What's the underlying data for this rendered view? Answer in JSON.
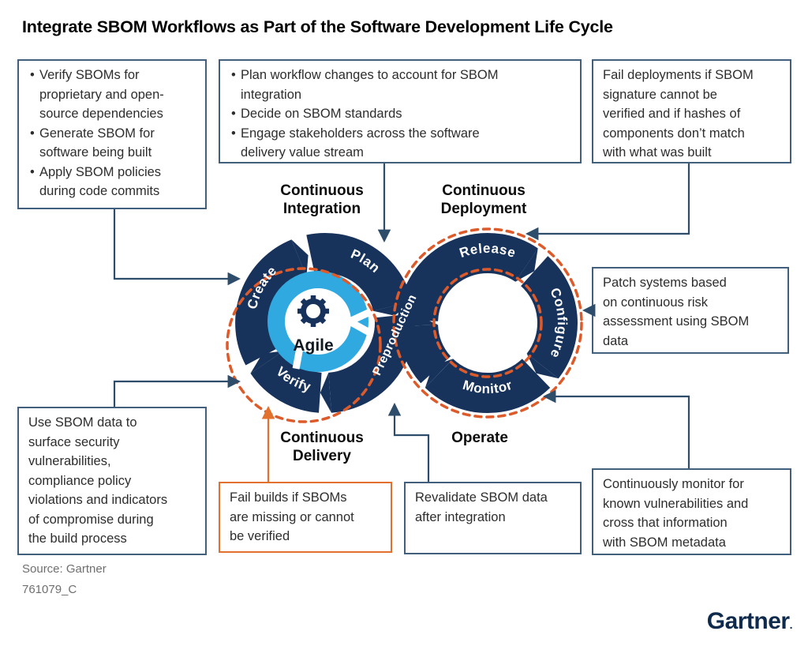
{
  "title": "Integrate SBOM Workflows as Part of the Software Development Life Cycle",
  "callouts": {
    "top_left": {
      "items": [
        "Verify SBOMs for\nproprietary and open-\nsource dependencies",
        "Generate SBOM for\nsoftware being built",
        "Apply SBOM policies\nduring code commits"
      ]
    },
    "top_middle": {
      "items": [
        "Plan workflow changes to account for SBOM\nintegration",
        "Decide on SBOM standards",
        "Engage stakeholders across the software\ndelivery value stream"
      ]
    },
    "top_right": {
      "text": "Fail deployments if SBOM\nsignature cannot be\nverified and if hashes of\ncomponents don’t match\nwith what was built"
    },
    "patch_systems": {
      "text": "Patch systems based\non continuous risk\nassessment using SBOM\ndata"
    },
    "bottom_left": {
      "text": "Use SBOM data to\nsurface security\nvulnerabilities,\ncompliance policy\nviolations and indicators\nof compromise during\nthe build process"
    },
    "fail_builds": {
      "text": "Fail builds if SBOMs\nare missing or cannot\nbe verified"
    },
    "revalidate": {
      "text": "Revalidate SBOM data\nafter integration"
    },
    "bottom_right": {
      "text": "Continuously monitor for\nknown vulnerabilities and\ncross that information\nwith SBOM metadata"
    }
  },
  "diagram": {
    "labels": {
      "continuous_integration": "Continuous Integration",
      "continuous_deployment": "Continuous Deployment",
      "continuous_delivery": "Continuous Delivery",
      "operate": "Operate"
    },
    "left_loop": {
      "segments": {
        "create": "Create",
        "plan": "Plan",
        "verify": "Verify",
        "preproduction": "Preproduction"
      },
      "center": {
        "label": "Agile",
        "icon": "gear-icon"
      }
    },
    "right_loop": {
      "segments": {
        "release": "Release",
        "configure": "Configure",
        "monitor": "Monitor"
      }
    }
  },
  "colors": {
    "navy": "#17335C",
    "light_blue": "#2FA9E0",
    "orange_dashed": "#DD5B2B",
    "orange_box_border": "#E2712E",
    "connector": "#2E4D6B",
    "box_border": "#42607E",
    "logo_navy": "#0E2A4D"
  },
  "footer": {
    "source": "Source: Gartner",
    "code": "761079_C",
    "logo": "Gartner",
    "logo_dot": "."
  }
}
